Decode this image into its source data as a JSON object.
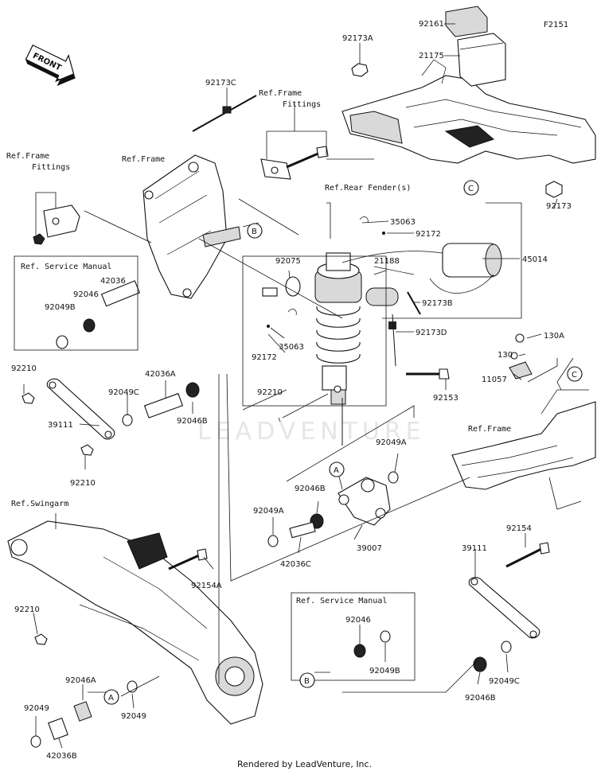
{
  "figure_id": "F2151",
  "front_label": "FRONT",
  "footer": "Rendered by LeadVenture, Inc.",
  "watermark": "LEADVENTURE",
  "refs": {
    "frame_fittings_left": [
      "Ref.Frame",
      "Fittings"
    ],
    "frame_fittings_mid": [
      "Ref.Frame",
      "Fittings"
    ],
    "frame": "Ref.Frame",
    "frame_right": "Ref.Frame",
    "rear_fender": "Ref.Rear Fender(s)",
    "swingarm": "Ref.Swingarm",
    "service_manual_left": "Ref. Service Manual",
    "service_manual_bottom": "Ref. Service Manual"
  },
  "circles": {
    "b_upper": "B",
    "b_lower": "B",
    "c_upper": "C",
    "c_right": "C",
    "a_upper": "A",
    "a_lower": "A"
  },
  "labels": {
    "p92161": "92161",
    "p92173a": "92173A",
    "p21175": "21175",
    "p92173c": "92173C",
    "p92173": "92173",
    "p35063_top": "35063",
    "p92172_top": "92172",
    "p45014": "45014",
    "p92075": "92075",
    "p21188": "21188",
    "p92173b": "92173B",
    "p92173d": "92173D",
    "p35063_mid": "35063",
    "p92172_mid": "92172",
    "p42036": "42036",
    "p92046": "92046",
    "p92049b": "92049B",
    "p92210_a": "92210",
    "p39111_left": "39111",
    "p92049c_left": "92049C",
    "p42036a": "42036A",
    "p92046b_left": "92046B",
    "p92210_b": "92210",
    "p92210_c": "92210",
    "p92153": "92153",
    "p130a": "130A",
    "p130": "130",
    "p11057": "11057",
    "p92049a_right": "92049A",
    "p92046b_mid": "92046B",
    "p92049a_left": "92049A",
    "p42036c": "42036C",
    "p39007": "39007",
    "p92154a": "92154A",
    "p92154": "92154",
    "p39111_right": "39111",
    "p92210_d": "92210",
    "p92046_bottom": "92046",
    "p92049b_bottom": "92049B",
    "p92049c_right": "92049C",
    "p92046b_right": "92046B",
    "p92046a": "92046A",
    "p92049_left": "92049",
    "p92049_right": "92049",
    "p42036b": "42036B"
  }
}
